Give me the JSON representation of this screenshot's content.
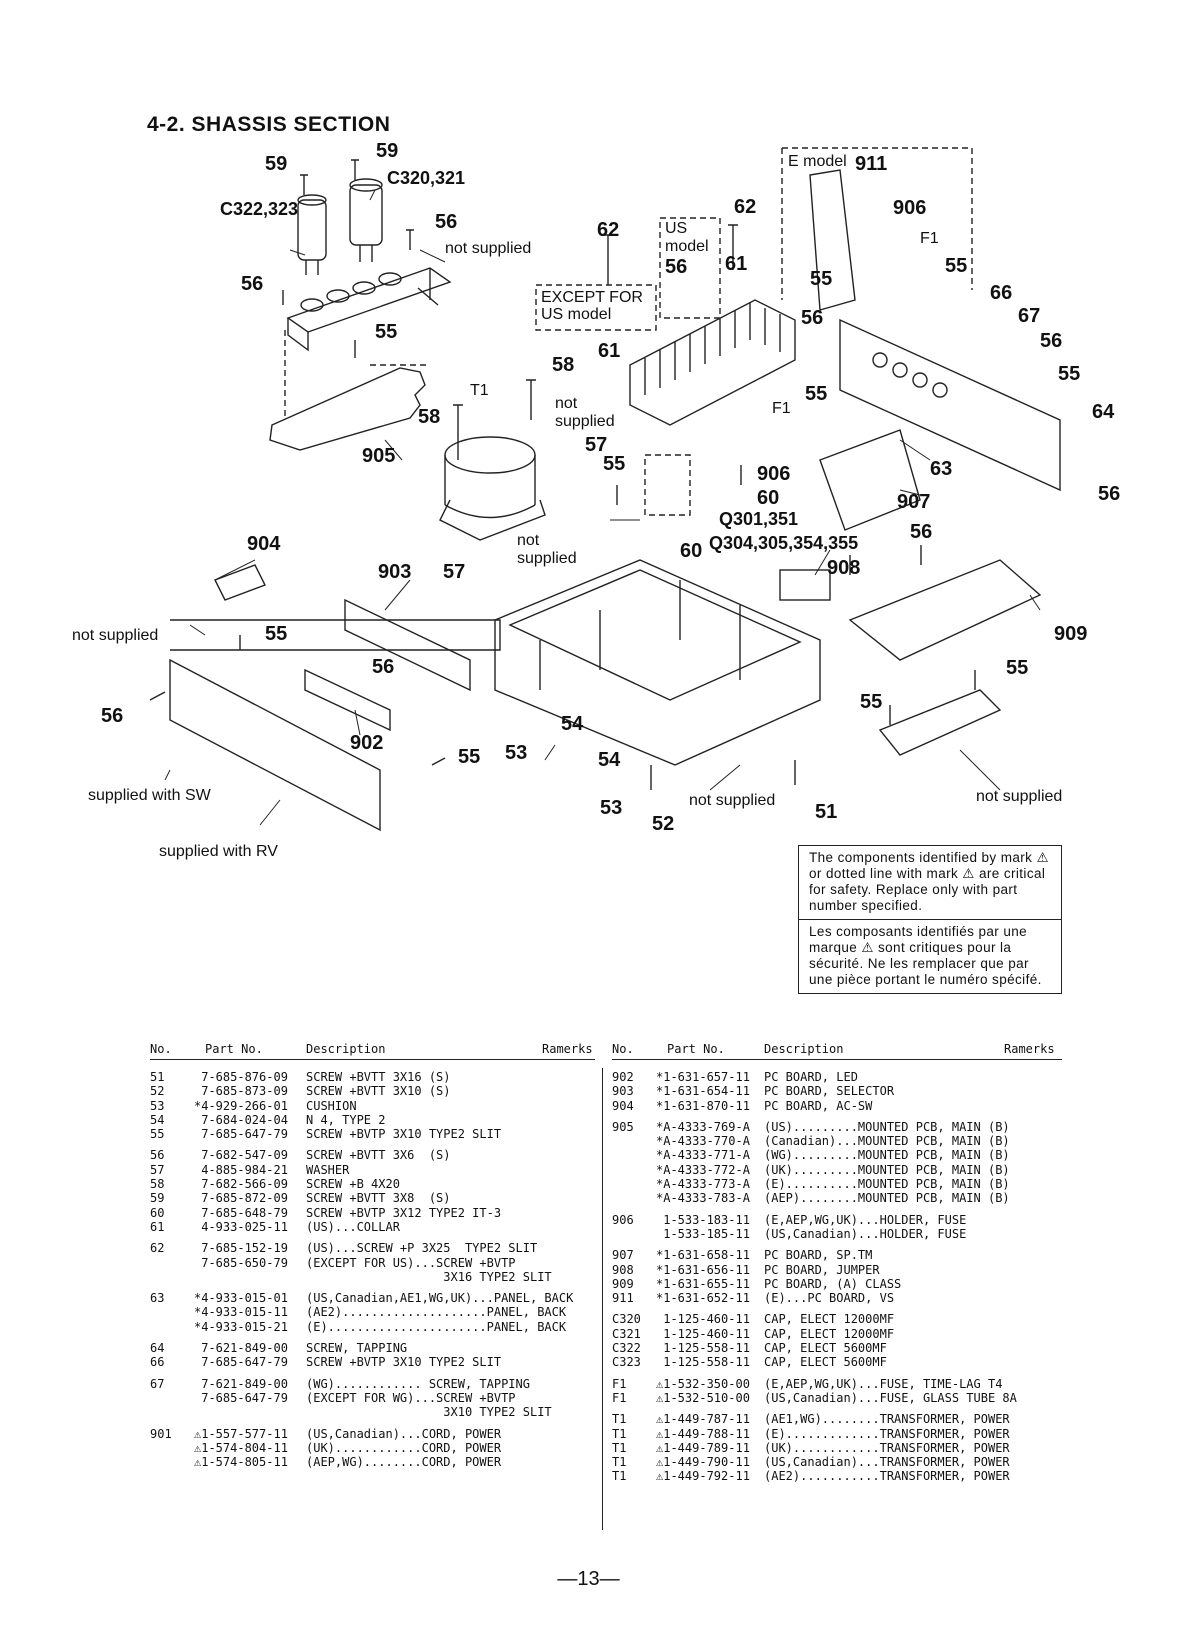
{
  "title": "4-2. SHASSIS SECTION",
  "diagram": {
    "callouts": {
      "c59a": "59",
      "c59b": "59",
      "c320": "C320,321",
      "c322": "C322,323",
      "c56a": "56",
      "c56b": "56",
      "c55a": "55",
      "c905": "905",
      "c58a": "58",
      "t1": "T1",
      "c58b": "58",
      "c57a": "57",
      "c57b": "57",
      "c62a": "62",
      "c62b": "62",
      "c56c": "56",
      "c61a": "61",
      "c61b": "61",
      "c55b": "55",
      "c56d": "56",
      "c911": "911",
      "c906a": "906",
      "f1a": "F1",
      "c55c": "55",
      "c66": "66",
      "c67": "67",
      "c56e": "56",
      "c55d": "55",
      "c64": "64",
      "c56f": "56",
      "c55e": "55",
      "f1b": "F1",
      "c906b": "906",
      "c60a": "60",
      "q301": "Q301,351",
      "c60b": "60",
      "q304": "Q304,305,354,355",
      "c63": "63",
      "c907": "907",
      "c56g": "56",
      "c908": "908",
      "c909": "909",
      "c904": "904",
      "c903": "903",
      "c55f": "55",
      "c56h": "56",
      "c56i": "56",
      "c902": "902",
      "c55g": "55",
      "c53a": "53",
      "c54a": "54",
      "c54b": "54",
      "c53b": "53",
      "c52": "52",
      "c51": "51",
      "c55h": "55",
      "c55i": "55"
    },
    "notes": {
      "not_supplied_1": "not supplied",
      "not_supplied_2a": "not",
      "not_supplied_2b": "supplied",
      "not_supplied_3a": "not",
      "not_supplied_3b": "supplied",
      "not_supplied_4": "not supplied",
      "not_supplied_5": "not supplied",
      "not_supplied_6": "not supplied",
      "supplied_sw": "supplied with SW",
      "supplied_rv": "supplied with RV",
      "us_model_a": "US",
      "us_model_b": "model",
      "except_us_a": "EXCEPT FOR",
      "except_us_b": "US model",
      "e_model": "E model"
    }
  },
  "safety": {
    "en": "The components identified by mark ⚠ or dotted line with mark ⚠ are critical for safety. Replace only with part number specified.",
    "fr": "Les composants identifiés par une marque ⚠ sont critiques pour la sécurité. Ne les remplacer que par une pièce portant le numéro spécifé."
  },
  "parts_header": {
    "no": "No.",
    "part_no": "Part No.",
    "description": "Description",
    "remarks": "Ramerks"
  },
  "parts_left": [
    {
      "no": "51",
      "part": " 7-685-876-09",
      "desc": "SCREW +BVTT 3X16 (S)"
    },
    {
      "no": "52",
      "part": " 7-685-873-09",
      "desc": "SCREW +BVTT 3X10 (S)"
    },
    {
      "no": "53",
      "part": "*4-929-266-01",
      "desc": "CUSHION"
    },
    {
      "no": "54",
      "part": " 7-684-024-04",
      "desc": "N 4, TYPE 2"
    },
    {
      "no": "55",
      "part": " 7-685-647-79",
      "desc": "SCREW +BVTP 3X10 TYPE2 SLIT"
    },
    {
      "gap": true
    },
    {
      "no": "56",
      "part": " 7-682-547-09",
      "desc": "SCREW +BVTT 3X6  (S)"
    },
    {
      "no": "57",
      "part": " 4-885-984-21",
      "desc": "WASHER"
    },
    {
      "no": "58",
      "part": " 7-682-566-09",
      "desc": "SCREW +B 4X20"
    },
    {
      "no": "59",
      "part": " 7-685-872-09",
      "desc": "SCREW +BVTT 3X8  (S)"
    },
    {
      "no": "60",
      "part": " 7-685-648-79",
      "desc": "SCREW +BVTP 3X12 TYPE2 IT-3"
    },
    {
      "no": "61",
      "part": " 4-933-025-11",
      "desc": "(US)...COLLAR"
    },
    {
      "gap": true
    },
    {
      "no": "62",
      "part": " 7-685-152-19",
      "desc": "(US)...SCREW +P 3X25  TYPE2 SLIT"
    },
    {
      "no": "",
      "part": " 7-685-650-79",
      "desc": "(EXCEPT FOR US)...SCREW +BVTP"
    },
    {
      "no": "",
      "part": "",
      "desc": "                   3X16 TYPE2 SLIT"
    },
    {
      "gap": true
    },
    {
      "no": "63",
      "part": "*4-933-015-01",
      "desc": "(US,Canadian,AE1,WG,UK)...PANEL, BACK"
    },
    {
      "no": "",
      "part": "*4-933-015-11",
      "desc": "(AE2)....................PANEL, BACK"
    },
    {
      "no": "",
      "part": "*4-933-015-21",
      "desc": "(E)......................PANEL, BACK"
    },
    {
      "gap": true
    },
    {
      "no": "64",
      "part": " 7-621-849-00",
      "desc": "SCREW, TAPPING"
    },
    {
      "no": "66",
      "part": " 7-685-647-79",
      "desc": "SCREW +BVTP 3X10 TYPE2 SLIT"
    },
    {
      "gap": true
    },
    {
      "no": "67",
      "part": " 7-621-849-00",
      "desc": "(WG)............ SCREW, TAPPING"
    },
    {
      "no": "",
      "part": " 7-685-647-79",
      "desc": "(EXCEPT FOR WG)...SCREW +BVTP"
    },
    {
      "no": "",
      "part": "",
      "desc": "                   3X10 TYPE2 SLIT"
    },
    {
      "gap": true
    },
    {
      "no": "901",
      "part": "⚠1-557-577-11",
      "desc": "(US,Canadian)...CORD, POWER"
    },
    {
      "no": "",
      "part": "⚠1-574-804-11",
      "desc": "(UK)............CORD, POWER"
    },
    {
      "no": "",
      "part": "⚠1-574-805-11",
      "desc": "(AEP,WG)........CORD, POWER"
    }
  ],
  "parts_right": [
    {
      "no": "902",
      "part": "*1-631-657-11",
      "desc": "PC BOARD, LED"
    },
    {
      "no": "903",
      "part": "*1-631-654-11",
      "desc": "PC BOARD, SELECTOR"
    },
    {
      "no": "904",
      "part": "*1-631-870-11",
      "desc": "PC BOARD, AC-SW"
    },
    {
      "gap": true
    },
    {
      "no": "905",
      "part": "*A-4333-769-A",
      "desc": "(US).........MOUNTED PCB, MAIN (B)"
    },
    {
      "no": "",
      "part": "*A-4333-770-A",
      "desc": "(Canadian)...MOUNTED PCB, MAIN (B)"
    },
    {
      "no": "",
      "part": "*A-4333-771-A",
      "desc": "(WG).........MOUNTED PCB, MAIN (B)"
    },
    {
      "no": "",
      "part": "*A-4333-772-A",
      "desc": "(UK).........MOUNTED PCB, MAIN (B)"
    },
    {
      "no": "",
      "part": "*A-4333-773-A",
      "desc": "(E)..........MOUNTED PCB, MAIN (B)"
    },
    {
      "no": "",
      "part": "*A-4333-783-A",
      "desc": "(AEP)........MOUNTED PCB, MAIN (B)"
    },
    {
      "gap": true
    },
    {
      "no": "906",
      "part": " 1-533-183-11",
      "desc": "(E,AEP,WG,UK)...HOLDER, FUSE"
    },
    {
      "no": "",
      "part": " 1-533-185-11",
      "desc": "(US,Canadian)...HOLDER, FUSE"
    },
    {
      "gap": true
    },
    {
      "no": "907",
      "part": "*1-631-658-11",
      "desc": "PC BOARD, SP.TM"
    },
    {
      "no": "908",
      "part": "*1-631-656-11",
      "desc": "PC BOARD, JUMPER"
    },
    {
      "no": "909",
      "part": "*1-631-655-11",
      "desc": "PC BOARD, (A) CLASS"
    },
    {
      "no": "911",
      "part": "*1-631-652-11",
      "desc": "(E)...PC BOARD, VS"
    },
    {
      "gap": true
    },
    {
      "no": "C320",
      "part": " 1-125-460-11",
      "desc": "CAP, ELECT 12000MF"
    },
    {
      "no": "C321",
      "part": " 1-125-460-11",
      "desc": "CAP, ELECT 12000MF"
    },
    {
      "no": "C322",
      "part": " 1-125-558-11",
      "desc": "CAP, ELECT 5600MF"
    },
    {
      "no": "C323",
      "part": " 1-125-558-11",
      "desc": "CAP, ELECT 5600MF"
    },
    {
      "gap": true
    },
    {
      "no": "F1",
      "part": "⚠1-532-350-00",
      "desc": "(E,AEP,WG,UK)...FUSE, TIME-LAG T4"
    },
    {
      "no": "F1",
      "part": "⚠1-532-510-00",
      "desc": "(US,Canadian)...FUSE, GLASS TUBE 8A"
    },
    {
      "gap": true
    },
    {
      "no": "T1",
      "part": "⚠1-449-787-11",
      "desc": "(AE1,WG)........TRANSFORMER, POWER"
    },
    {
      "no": "T1",
      "part": "⚠1-449-788-11",
      "desc": "(E).............TRANSFORMER, POWER"
    },
    {
      "no": "T1",
      "part": "⚠1-449-789-11",
      "desc": "(UK)............TRANSFORMER, POWER"
    },
    {
      "no": "T1",
      "part": "⚠1-449-790-11",
      "desc": "(US,Canadian)...TRANSFORMER, POWER"
    },
    {
      "no": "T1",
      "part": "⚠1-449-792-11",
      "desc": "(AE2)...........TRANSFORMER, POWER"
    }
  ],
  "page_number": "—13—"
}
